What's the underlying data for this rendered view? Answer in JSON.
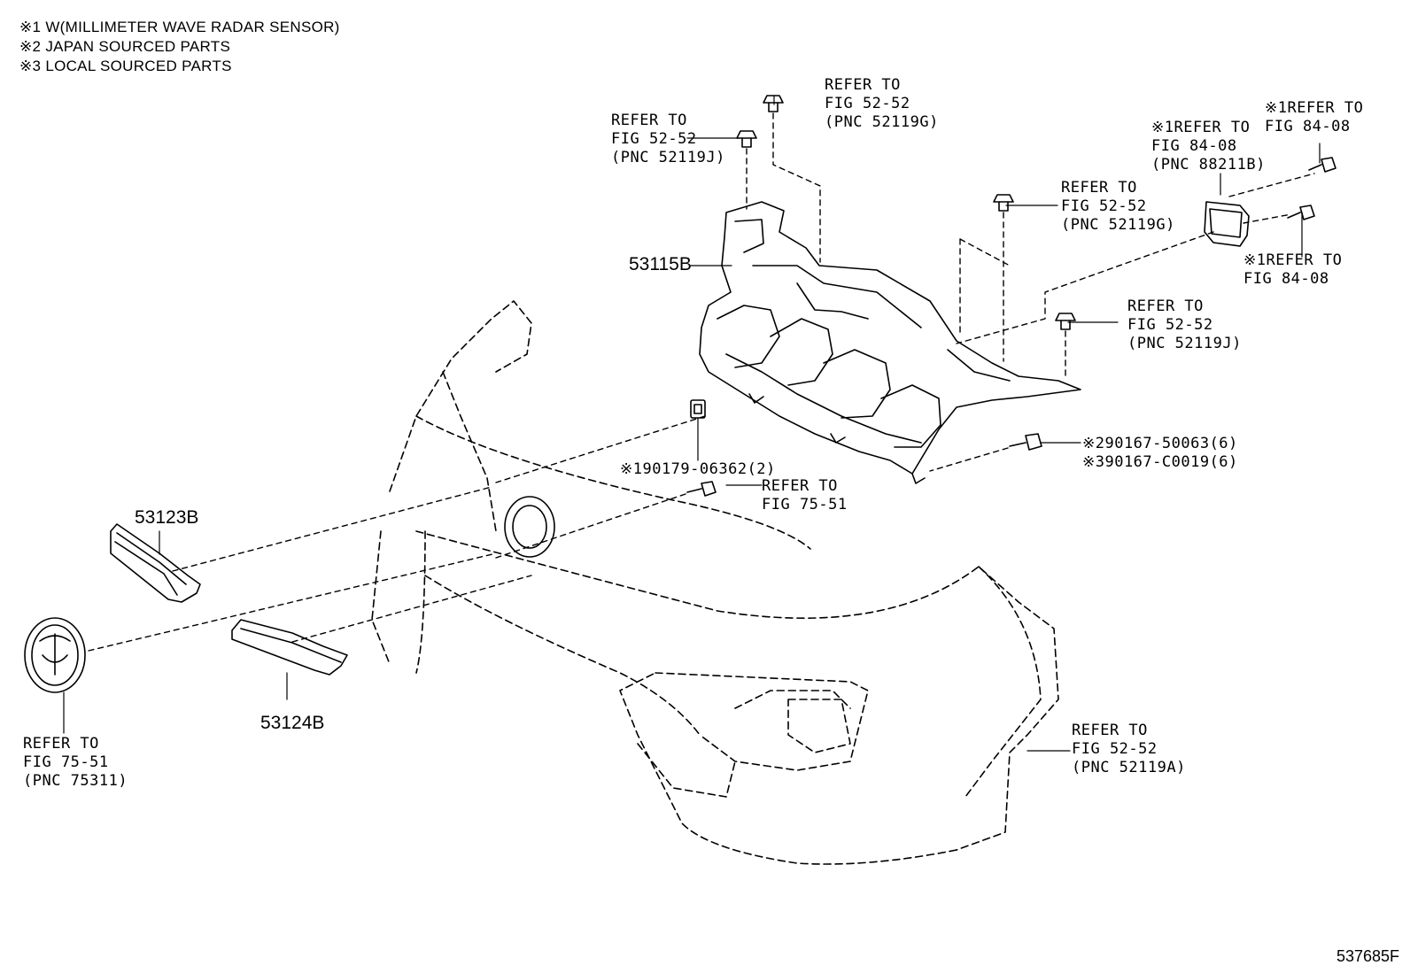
{
  "notes": [
    "※1 W(MILLIMETER WAVE RADAR SENSOR)",
    "※2 JAPAN SOURCED PARTS",
    "※3 LOCAL SOURCED PARTS"
  ],
  "refs": {
    "ref_52119g_top": [
      "REFER TO",
      "FIG 52-52",
      "(PNC 52119G)"
    ],
    "ref_52119j_top": [
      "REFER TO",
      "FIG 52-52",
      "(PNC 52119J)"
    ],
    "ref_8408_a": [
      "※1REFER TO",
      "FIG 84-08"
    ],
    "ref_88211b": [
      "※1REFER TO",
      "FIG 84-08",
      "(PNC 88211B)"
    ],
    "ref_52119g_mid": [
      "REFER TO",
      "FIG 52-52",
      "(PNC 52119G)"
    ],
    "ref_8408_b": [
      "※1REFER TO",
      "FIG 84-08"
    ],
    "ref_52119j_right": [
      "REFER TO",
      "FIG 52-52",
      "(PNC 52119J)"
    ],
    "ref_7551_screw": [
      "REFER TO",
      "FIG 75-51"
    ],
    "ref_75311": [
      "REFER TO",
      "FIG 75-51",
      "(PNC 75311)"
    ],
    "ref_52119a": [
      "REFER TO",
      "FIG 52-52",
      "(PNC 52119A)"
    ]
  },
  "codes": {
    "bolt_japan": "※290167-50063(6)",
    "bolt_local": "※390167-C0019(6)",
    "radar_nut": "※190179-06362(2)"
  },
  "parts": {
    "retainer": "53115B",
    "grille_upper": "53123B",
    "grille_lower": "53124B"
  },
  "illustration_id": "537685F"
}
